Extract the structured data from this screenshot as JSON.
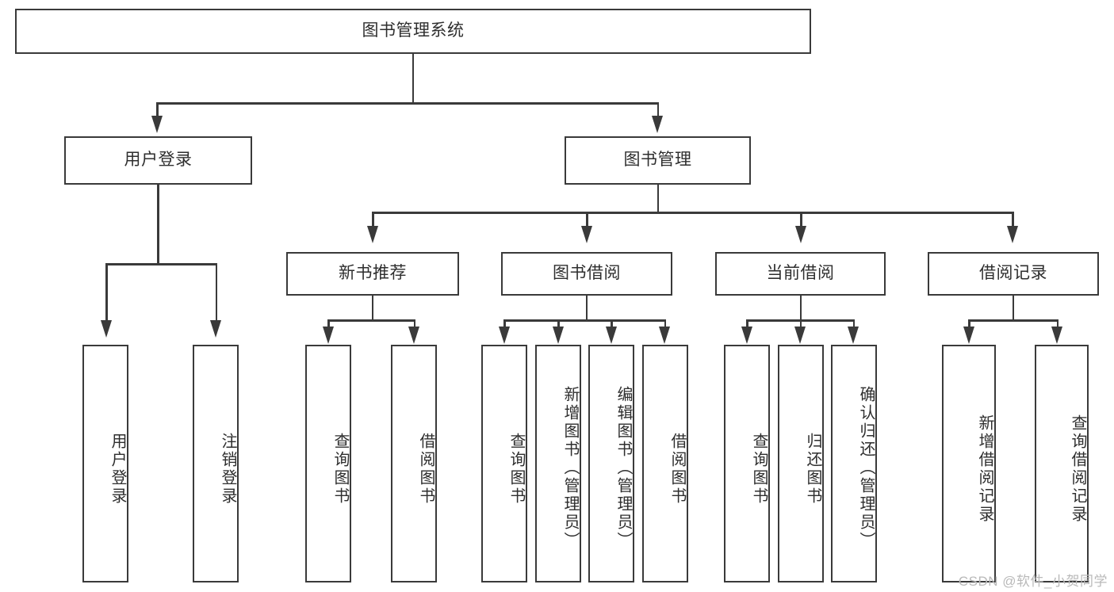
{
  "diagram": {
    "type": "tree",
    "title": "图书管理系统",
    "orientation": "top-down",
    "colors": {
      "box_border": "#3a3a3a",
      "box_fill": "#ffffff",
      "text": "#2e2e2e",
      "connector": "#3a3a3a",
      "watermark": "#b9b9b9",
      "background": "#ffffff"
    },
    "root": {
      "label": "图书管理系统"
    },
    "level2": [
      {
        "label": "用户登录"
      },
      {
        "label": "图书管理"
      }
    ],
    "level3": [
      {
        "label": "新书推荐"
      },
      {
        "label": "图书借阅"
      },
      {
        "label": "当前借阅"
      },
      {
        "label": "借阅记录"
      }
    ],
    "leaves": {
      "user_login": [
        {
          "label": "用户登录"
        },
        {
          "label": "注销登录"
        }
      ],
      "new_book": [
        {
          "label": "查询图书"
        },
        {
          "label": "借阅图书"
        }
      ],
      "book_borrow": [
        {
          "label": "查询图书"
        },
        {
          "label": "新增图书（管理员）"
        },
        {
          "label": "编辑图书（管理员）"
        },
        {
          "label": "借阅图书"
        }
      ],
      "current_borrow": [
        {
          "label": "查询图书"
        },
        {
          "label": "归还图书"
        },
        {
          "label": "确认归还（管理员）"
        }
      ],
      "borrow_record": [
        {
          "label": "新增借阅记录"
        },
        {
          "label": "查询借阅记录"
        }
      ]
    }
  },
  "watermark": {
    "text": "CSDN @软件_小贺同学"
  }
}
